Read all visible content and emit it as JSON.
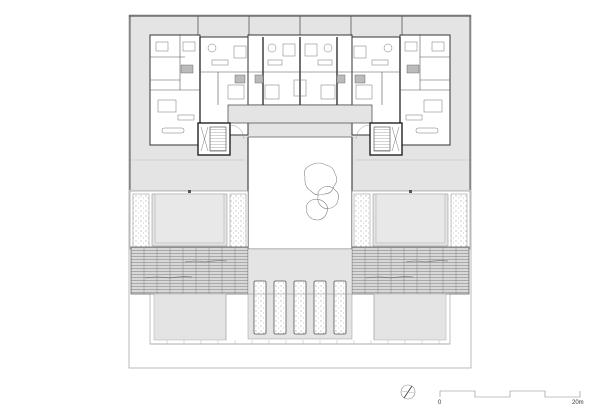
{
  "drawing": {
    "type": "architectural-site-floor-plan",
    "colors": {
      "background": "#ffffff",
      "paving": "#e4e4e4",
      "wall": "#333333",
      "line": "#888888",
      "light_line": "#aaaaaa",
      "hatch": "#999999"
    },
    "buildings": [
      {
        "name": "left-wing",
        "units": 3
      },
      {
        "name": "center-block",
        "units": 4
      },
      {
        "name": "right-wing",
        "units": 3
      }
    ],
    "stair_cores": 2,
    "planters_central": 5,
    "trees_courtyard": 3
  },
  "scale_bar": {
    "start_label": "0",
    "end_label": "20m"
  },
  "north_arrow": {
    "icon": "north-arrow-icon"
  }
}
